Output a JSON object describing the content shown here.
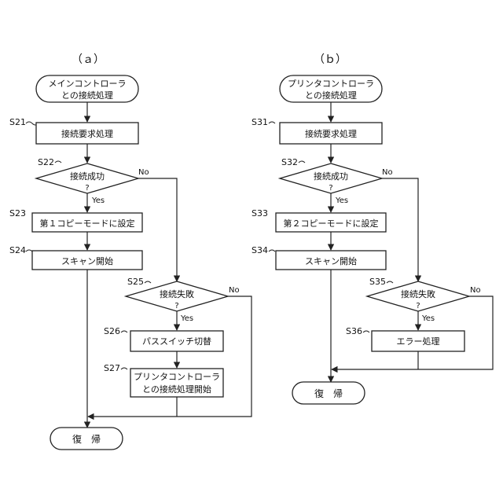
{
  "panel_a": {
    "label": "（ａ）",
    "start": [
      "メインコントローラ",
      "との接続処理"
    ],
    "s21": {
      "step": "S21",
      "text": "接続要求処理"
    },
    "s22": {
      "step": "S22",
      "text": "接続成功",
      "q": "?",
      "yes": "Yes",
      "no": "No"
    },
    "s23": {
      "step": "S23",
      "text": "第１コピーモードに設定"
    },
    "s24": {
      "step": "S24",
      "text": "スキャン開始"
    },
    "s25": {
      "step": "S25",
      "text": "接続失敗",
      "q": "?",
      "yes": "Yes",
      "no": "No"
    },
    "s26": {
      "step": "S26",
      "text": "パススイッチ切替"
    },
    "s27": {
      "step": "S27",
      "lines": [
        "プリンタコントローラ",
        "との接続処理開始"
      ]
    },
    "end": "復　帰"
  },
  "panel_b": {
    "label": "（ｂ）",
    "start": [
      "プリンタコントローラ",
      "との接続処理"
    ],
    "s31": {
      "step": "S31",
      "text": "接続要求処理"
    },
    "s32": {
      "step": "S32",
      "text": "接続成功",
      "q": "?",
      "yes": "Yes",
      "no": "No"
    },
    "s33": {
      "step": "S33",
      "text": "第２コピーモードに設定"
    },
    "s34": {
      "step": "S34",
      "text": "スキャン開始"
    },
    "s35": {
      "step": "S35",
      "text": "接続失敗",
      "q": "?",
      "yes": "Yes",
      "no": "No"
    },
    "s36": {
      "step": "S36",
      "text": "エラー処理"
    },
    "end": "復　帰"
  }
}
